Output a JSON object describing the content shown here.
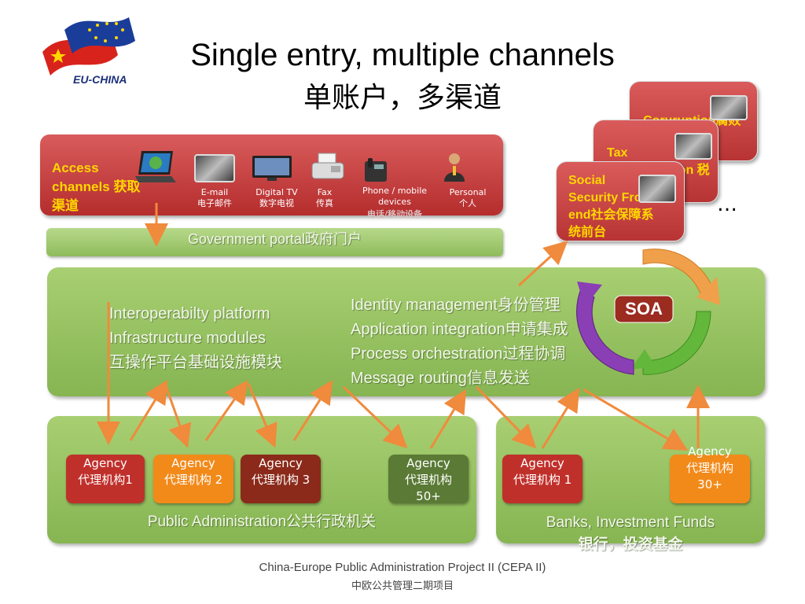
{
  "logo": {
    "text": "EU-CHINA"
  },
  "title": {
    "line1": "Single entry, multiple channels",
    "line2": "单账户，多渠道"
  },
  "access": {
    "label": "Access channels 获取渠道",
    "channels": [
      {
        "icon": "laptop-icon",
        "label_en": "",
        "label_cn": ""
      },
      {
        "icon": "email-icon",
        "label_en": "E-mail",
        "label_cn": "电子邮件"
      },
      {
        "icon": "tv-icon",
        "label_en": "Digital TV",
        "label_cn": "数字电视"
      },
      {
        "icon": "fax-icon",
        "label_en": "Fax",
        "label_cn": "传真"
      },
      {
        "icon": "phone-icon",
        "label_en": "Phone / mobile devices",
        "label_cn": "电话/移动设备"
      },
      {
        "icon": "person-icon",
        "label_en": "Personal",
        "label_cn": "个人"
      }
    ]
  },
  "portal": {
    "label": "Government portal政府门户"
  },
  "platform": {
    "left": [
      "Interoperabilty platform",
      "Infrastructure modules",
      "互操作平台基础设施模块"
    ],
    "right": [
      "Identity management身份管理",
      "Application integration申请集成",
      "Process orchestration过程协调",
      "Message routing信息发送"
    ],
    "soa": "SOA"
  },
  "cards": [
    {
      "title": "Coruruption腐败"
    },
    {
      "title": "Tax administration 税务"
    },
    {
      "title": "Social Security Front end社会保障系统前台"
    }
  ],
  "ellipsis": "…",
  "public_admin": {
    "label": "Public Administration公共行政机关",
    "agencies": [
      {
        "en": "Agency",
        "cn": "代理机构1",
        "color": "#c0302b"
      },
      {
        "en": "Agency",
        "cn": "代理机构 2",
        "color": "#f28a1a"
      },
      {
        "en": "Agency",
        "cn": "代理机构 3",
        "color": "#8b2a1a"
      },
      {
        "en": "Agency",
        "cn": "代理机构 50+",
        "color": "#5a7a35"
      }
    ]
  },
  "banks": {
    "label_en": "Banks,  Investment Funds",
    "label_cn": "银行，投资基金",
    "agencies": [
      {
        "en": "Agency",
        "cn": "代理机构 1",
        "color": "#c0302b"
      },
      {
        "en": "Agency",
        "cn": "代理机构",
        "extra": "30+",
        "color": "#f28a1a"
      }
    ]
  },
  "footer": {
    "line1": "China-Europe Public Administration Project II (CEPA II)",
    "line2": "中欧公共管理二期项目"
  },
  "colors": {
    "arrow": "#f08a3c",
    "yellow_text": "#ffd700",
    "panel_green": "#8fbb5c",
    "panel_red": "#c03a3a"
  }
}
